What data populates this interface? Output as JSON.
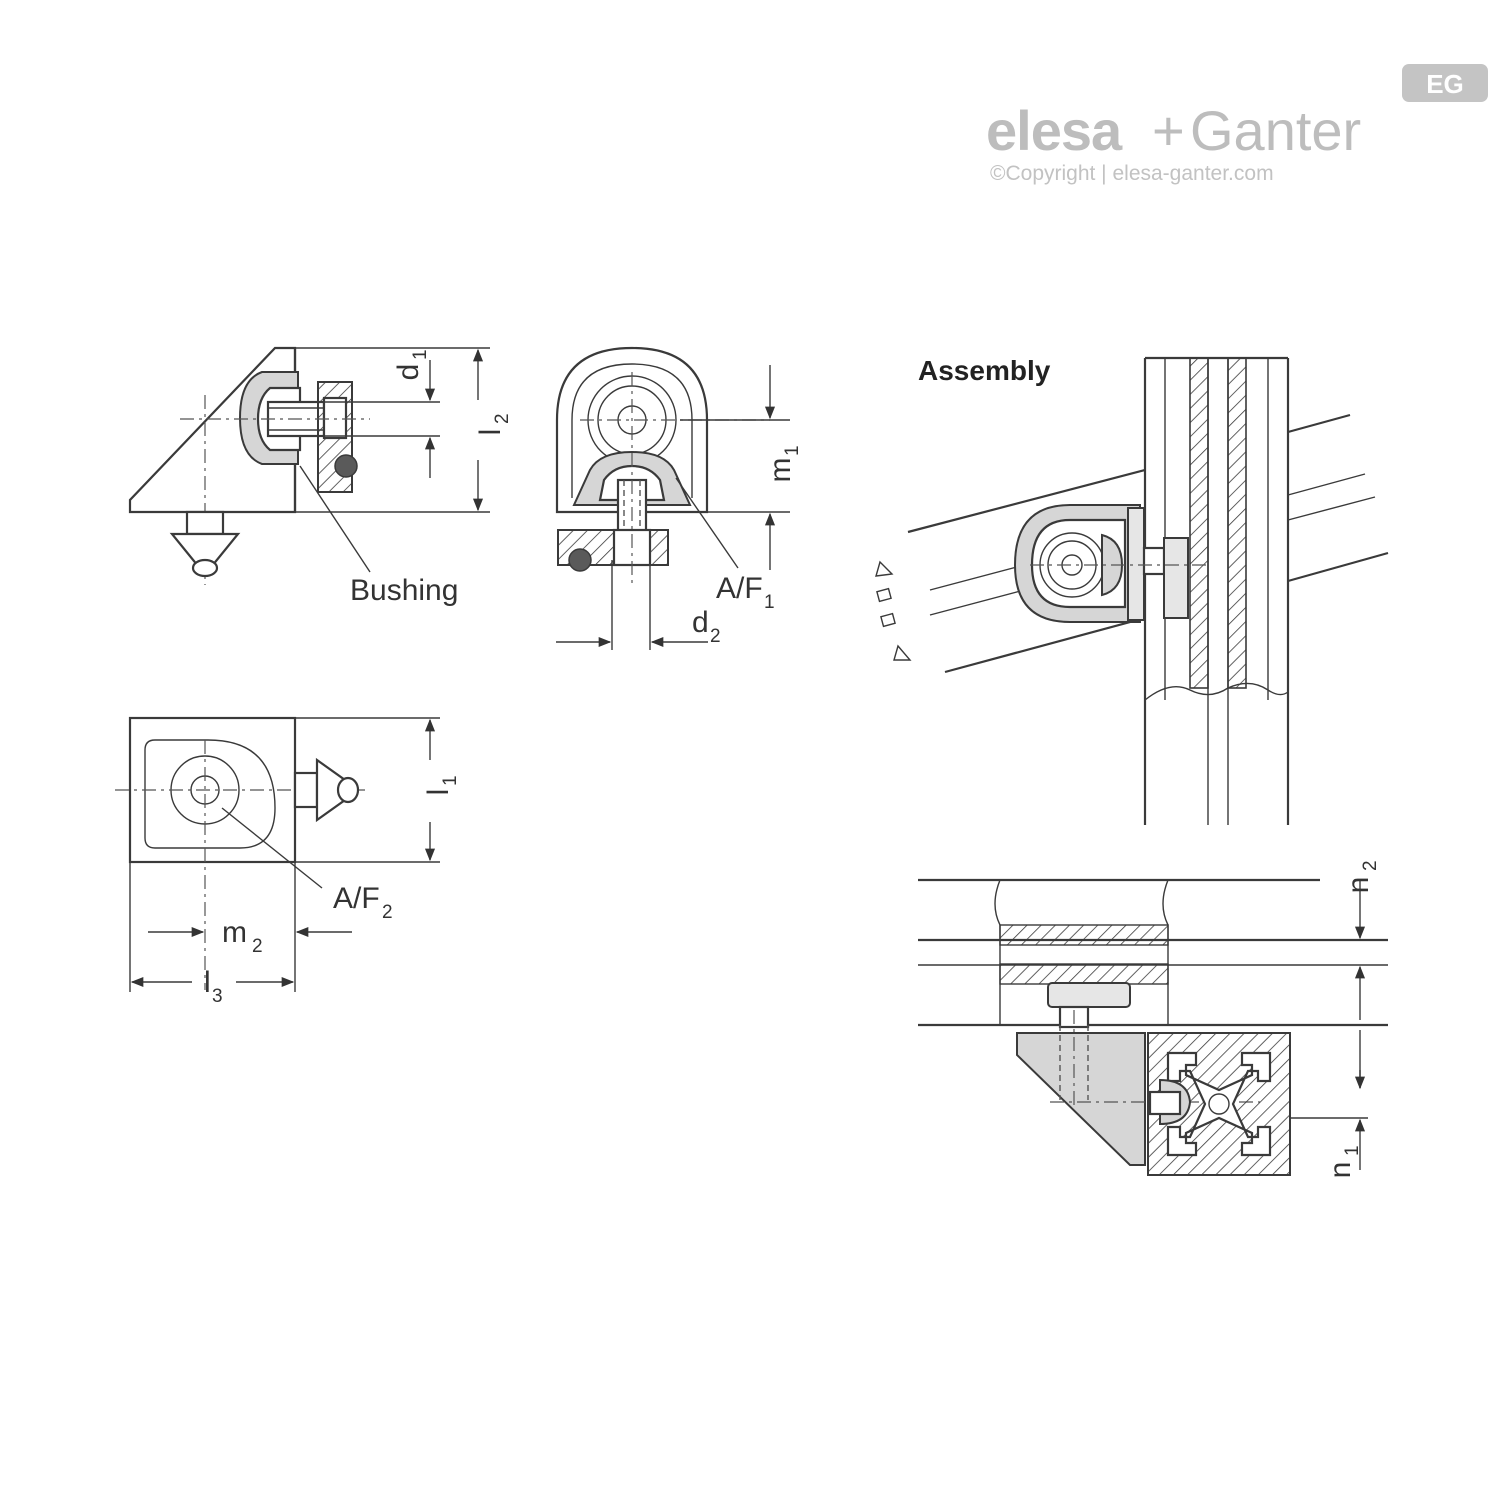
{
  "brand": {
    "name_part1": "elesa",
    "plus": "+",
    "name_part2": "Ganter",
    "copyright": "©Copyright | elesa-ganter.com",
    "badge": "EG"
  },
  "labels": {
    "bushing": "Bushing",
    "af1_main": "A/F",
    "af1_sub": "1",
    "af2_main": "A/F",
    "af2_sub": "2",
    "assembly": "Assembly"
  },
  "dimensions": {
    "d1": {
      "main": "d",
      "sub": "1"
    },
    "l2": {
      "main": "l",
      "sub": "2"
    },
    "m1": {
      "main": "m",
      "sub": "1"
    },
    "d2": {
      "main": "d",
      "sub": "2"
    },
    "l1": {
      "main": "l",
      "sub": "1"
    },
    "m2": {
      "main": "m",
      "sub": "2"
    },
    "l3": {
      "main": "l",
      "sub": "3"
    },
    "n2": {
      "main": "n",
      "sub": "2"
    },
    "n1": {
      "main": "n",
      "sub": "1"
    }
  },
  "colors": {
    "line": "#3a3a3a",
    "part_fill": "#d6d6d6",
    "logo_grey": "#bdbdbd"
  }
}
